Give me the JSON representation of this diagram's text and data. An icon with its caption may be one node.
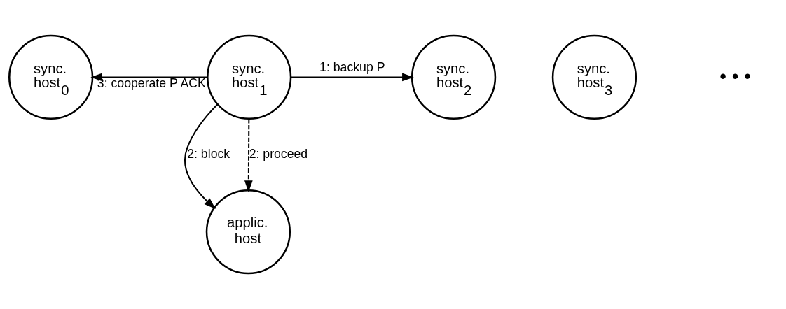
{
  "diagram": {
    "nodes": [
      {
        "text": [
          "sync. host$_{0}$"
        ]
      },
      {
        "text": [
          "sync. host$_{1}$"
        ]
      },
      {
        "text": [
          "sync. host$_{2}$"
        ]
      },
      {
        "text": [
          "sync. host$_{3}$"
        ]
      },
      {
        "text": [
          "applic. host"
        ]
      }
    ],
    "edges": [
      {
        "from": 1,
        "to": 2,
        "arrow": "to",
        "label": "1: backup P"
      },
      {
        "from": 1,
        "to": 4,
        "arrow": "to",
        "label": "2: block"
      },
      {
        "from": 1,
        "to": 4,
        "arrow": "to",
        "label": "2: proceed",
        "style": "dashed"
      },
      {
        "from": 1,
        "to": 0,
        "arrow": "to",
        "label": "3: cooperate P ACK"
      }
    ],
    "labels": [
      "• • •"
    ]
  }
}
